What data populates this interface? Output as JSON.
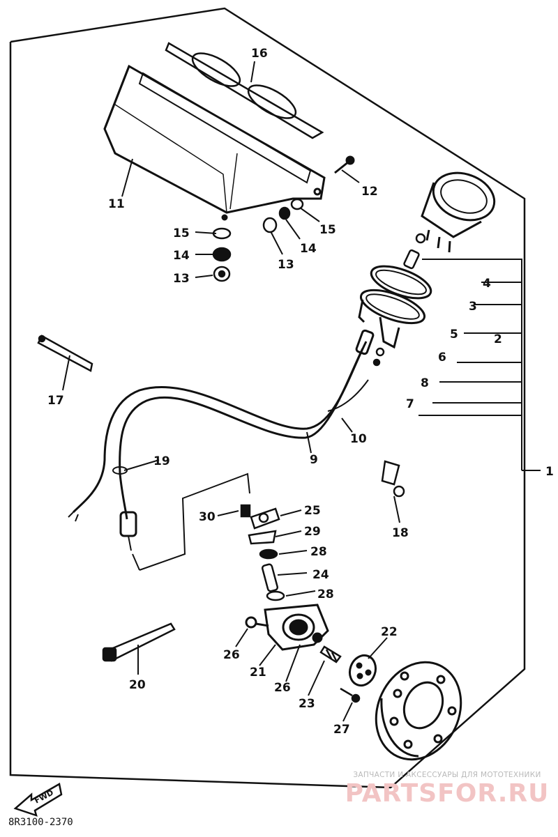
{
  "diagram": {
    "drawing_number": "8R3100-2370",
    "fwd_label": "FWD",
    "watermark": {
      "line1": "ЗАПЧАСТИ И АКСЕССУАРЫ ДЛЯ МОТОТЕХНИКИ",
      "line2": "PARTSFOR.RU"
    },
    "callouts": {
      "c1": "1",
      "c2": "2",
      "c3": "3",
      "c4": "4",
      "c5": "5",
      "c6": "6",
      "c7": "7",
      "c8": "8",
      "c9": "9",
      "c10": "10",
      "c11": "11",
      "c12": "12",
      "c13a": "13",
      "c13b": "13",
      "c14a": "14",
      "c14b": "14",
      "c15a": "15",
      "c15b": "15",
      "c16": "16",
      "c17": "17",
      "c18": "18",
      "c19": "19",
      "c20": "20",
      "c21": "21",
      "c22": "22",
      "c23": "23",
      "c24": "24",
      "c25": "25",
      "c26a": "26",
      "c26b": "26",
      "c27": "27",
      "c28a": "28",
      "c28b": "28",
      "c29": "29",
      "c30": "30"
    }
  }
}
